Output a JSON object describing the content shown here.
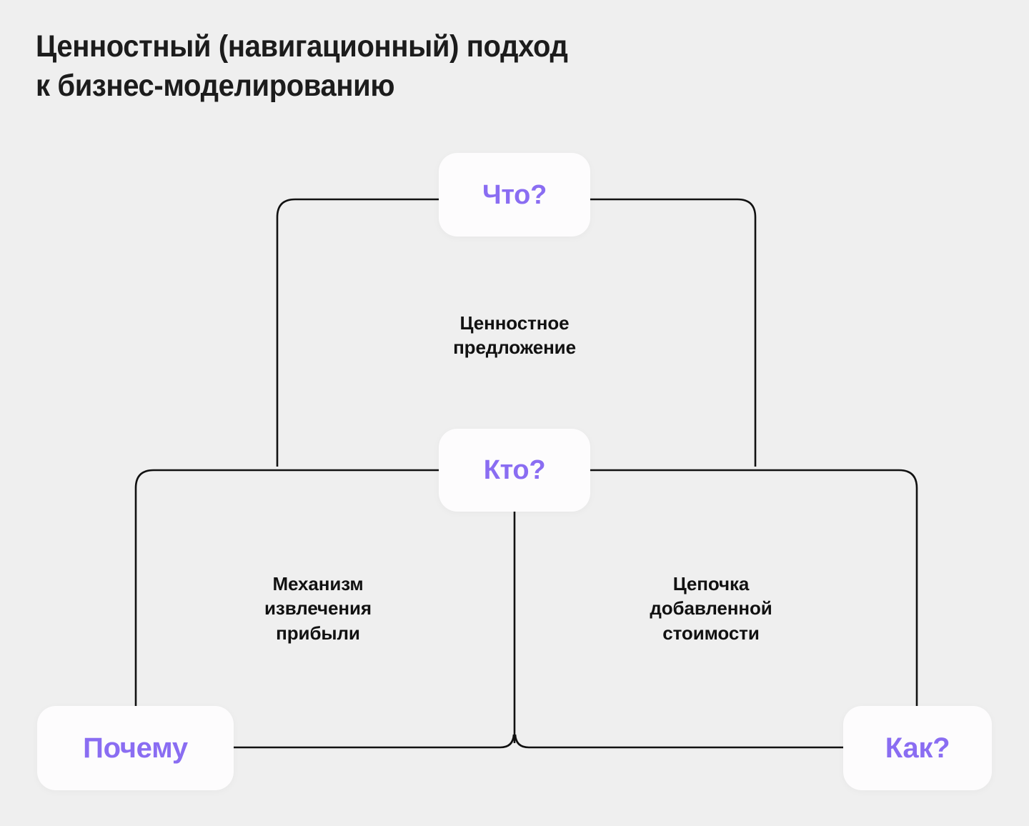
{
  "page": {
    "title": "Ценностный (навигационный) подход\nк бизнес-моделированию",
    "background_color": "#efefef",
    "accent_color": "#8a6df2",
    "line_color": "#111111",
    "card_color": "#fdfcfd",
    "text_color": "#111111"
  },
  "diagram": {
    "type": "framework-diagram",
    "question_cards": [
      {
        "id": "what",
        "label": "Что?",
        "position": "top-center"
      },
      {
        "id": "who",
        "label": "Кто?",
        "position": "middle-center"
      },
      {
        "id": "why",
        "label": "Почему",
        "position": "bottom-left"
      },
      {
        "id": "how",
        "label": "Как?",
        "position": "bottom-right"
      }
    ],
    "blocks": [
      {
        "id": "value-proposition",
        "label": "Ценностное\nпредложение",
        "position": "top-center"
      },
      {
        "id": "profit-mechanism",
        "label": "Механизм\nизвлечения\nприбыли",
        "position": "bottom-left"
      },
      {
        "id": "value-chain",
        "label": "Цепочка\nдобавленной\nстоимости",
        "position": "bottom-right"
      }
    ]
  }
}
